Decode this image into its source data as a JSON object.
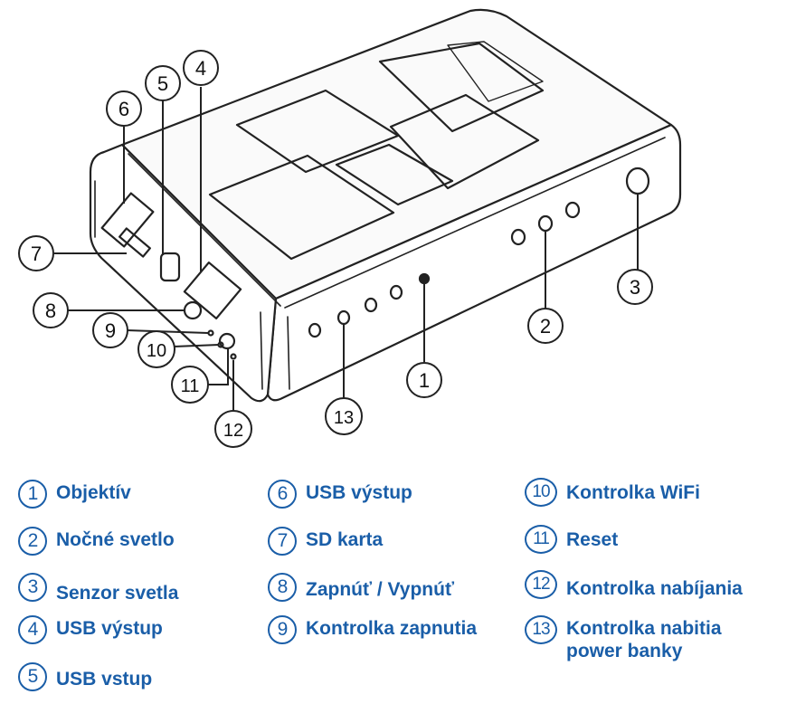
{
  "colors": {
    "accent": "#1a5ea8",
    "line": "#222222"
  },
  "callouts": [
    "1",
    "2",
    "3",
    "4",
    "5",
    "6",
    "7",
    "8",
    "9",
    "10",
    "11",
    "12",
    "13"
  ],
  "legend": [
    {
      "num": "1",
      "label": "Objektív"
    },
    {
      "num": "2",
      "label": "Nočné svetlo"
    },
    {
      "num": "3",
      "label": "Senzor svetla"
    },
    {
      "num": "4",
      "label": "USB výstup"
    },
    {
      "num": "5",
      "label": "USB vstup"
    },
    {
      "num": "6",
      "label": "USB výstup"
    },
    {
      "num": "7",
      "label": "SD karta"
    },
    {
      "num": "8",
      "label": "Zapnúť / Vypnúť"
    },
    {
      "num": "9",
      "label": "Kontrolka zapnutia"
    },
    {
      "num": "10",
      "label": "Kontrolka WiFi"
    },
    {
      "num": "11",
      "label": "Reset"
    },
    {
      "num": "12",
      "label": "Kontrolka nabíjania"
    },
    {
      "num": "13",
      "label": "Kontrolka nabitia",
      "label2": "power banky"
    }
  ]
}
